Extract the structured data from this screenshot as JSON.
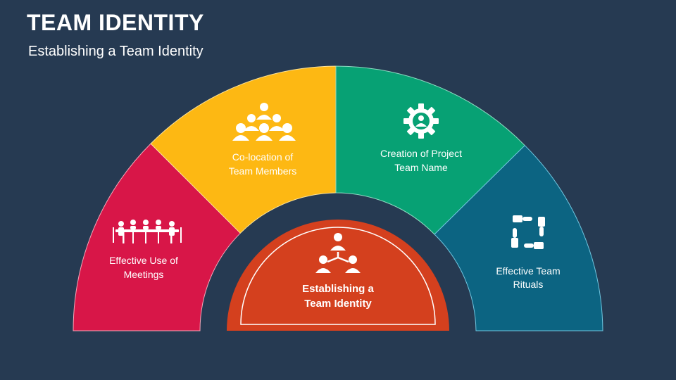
{
  "header": {
    "title": "TEAM IDENTITY",
    "subtitle": "Establishing a Team Identity"
  },
  "segments": [
    {
      "id": "meetings",
      "line1": "Effective Use of",
      "line2": "Meetings",
      "color": "#d81648",
      "icon": "meeting-table-icon"
    },
    {
      "id": "colocation",
      "line1": "Co-location of",
      "line2": "Team Members",
      "color": "#fdb813",
      "icon": "team-group-icon"
    },
    {
      "id": "project-name",
      "line1": "Creation of Project",
      "line2": "Team Name",
      "color": "#07a174",
      "icon": "gear-person-icon"
    },
    {
      "id": "rituals",
      "line1": "Effective Team",
      "line2": "Rituals",
      "color": "#0c6482",
      "icon": "hands-together-icon"
    }
  ],
  "center": {
    "line1": "Establishing a",
    "line2": "Team Identity",
    "color": "#d4401e",
    "icon": "team-hierarchy-icon"
  }
}
